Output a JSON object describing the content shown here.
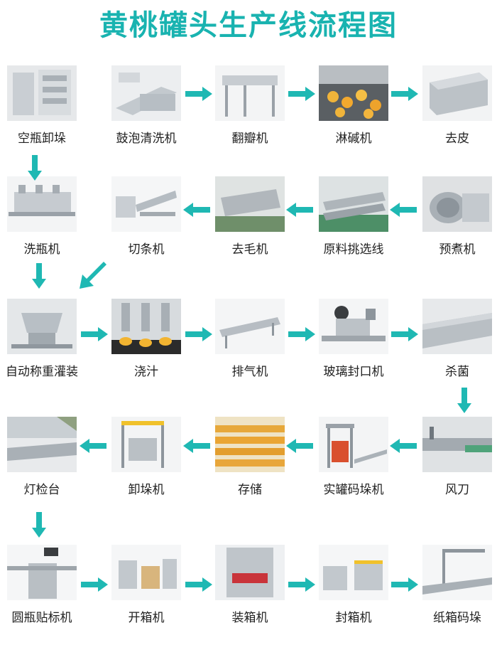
{
  "title": "黄桃罐头生产线流程图",
  "colors": {
    "accent": "#1fb8b3",
    "title": "#19b3b0",
    "label": "#222222"
  },
  "steps": [
    {
      "id": "s1",
      "label": "空瓶卸垛"
    },
    {
      "id": "s2",
      "label": "鼓泡清洗机"
    },
    {
      "id": "s3",
      "label": "翻瓣机"
    },
    {
      "id": "s4",
      "label": "淋碱机"
    },
    {
      "id": "s5",
      "label": "去皮"
    },
    {
      "id": "s6",
      "label": "预煮机"
    },
    {
      "id": "s7",
      "label": "原料挑选线"
    },
    {
      "id": "s8",
      "label": "去毛机"
    },
    {
      "id": "s9",
      "label": "切条机"
    },
    {
      "id": "s10",
      "label": "洗瓶机"
    },
    {
      "id": "s11",
      "label": "自动称重灌装"
    },
    {
      "id": "s12",
      "label": "浇汁"
    },
    {
      "id": "s13",
      "label": "排气机"
    },
    {
      "id": "s14",
      "label": "玻璃封口机"
    },
    {
      "id": "s15",
      "label": "杀菌"
    },
    {
      "id": "s16",
      "label": "风刀"
    },
    {
      "id": "s17",
      "label": "实罐码垛机"
    },
    {
      "id": "s18",
      "label": "存储"
    },
    {
      "id": "s19",
      "label": "卸垛机"
    },
    {
      "id": "s20",
      "label": "灯检台"
    },
    {
      "id": "s21",
      "label": "圆瓶贴标机"
    },
    {
      "id": "s22",
      "label": "开箱机"
    },
    {
      "id": "s23",
      "label": "装箱机"
    },
    {
      "id": "s24",
      "label": "封箱机"
    },
    {
      "id": "s25",
      "label": "纸箱码垛"
    }
  ]
}
